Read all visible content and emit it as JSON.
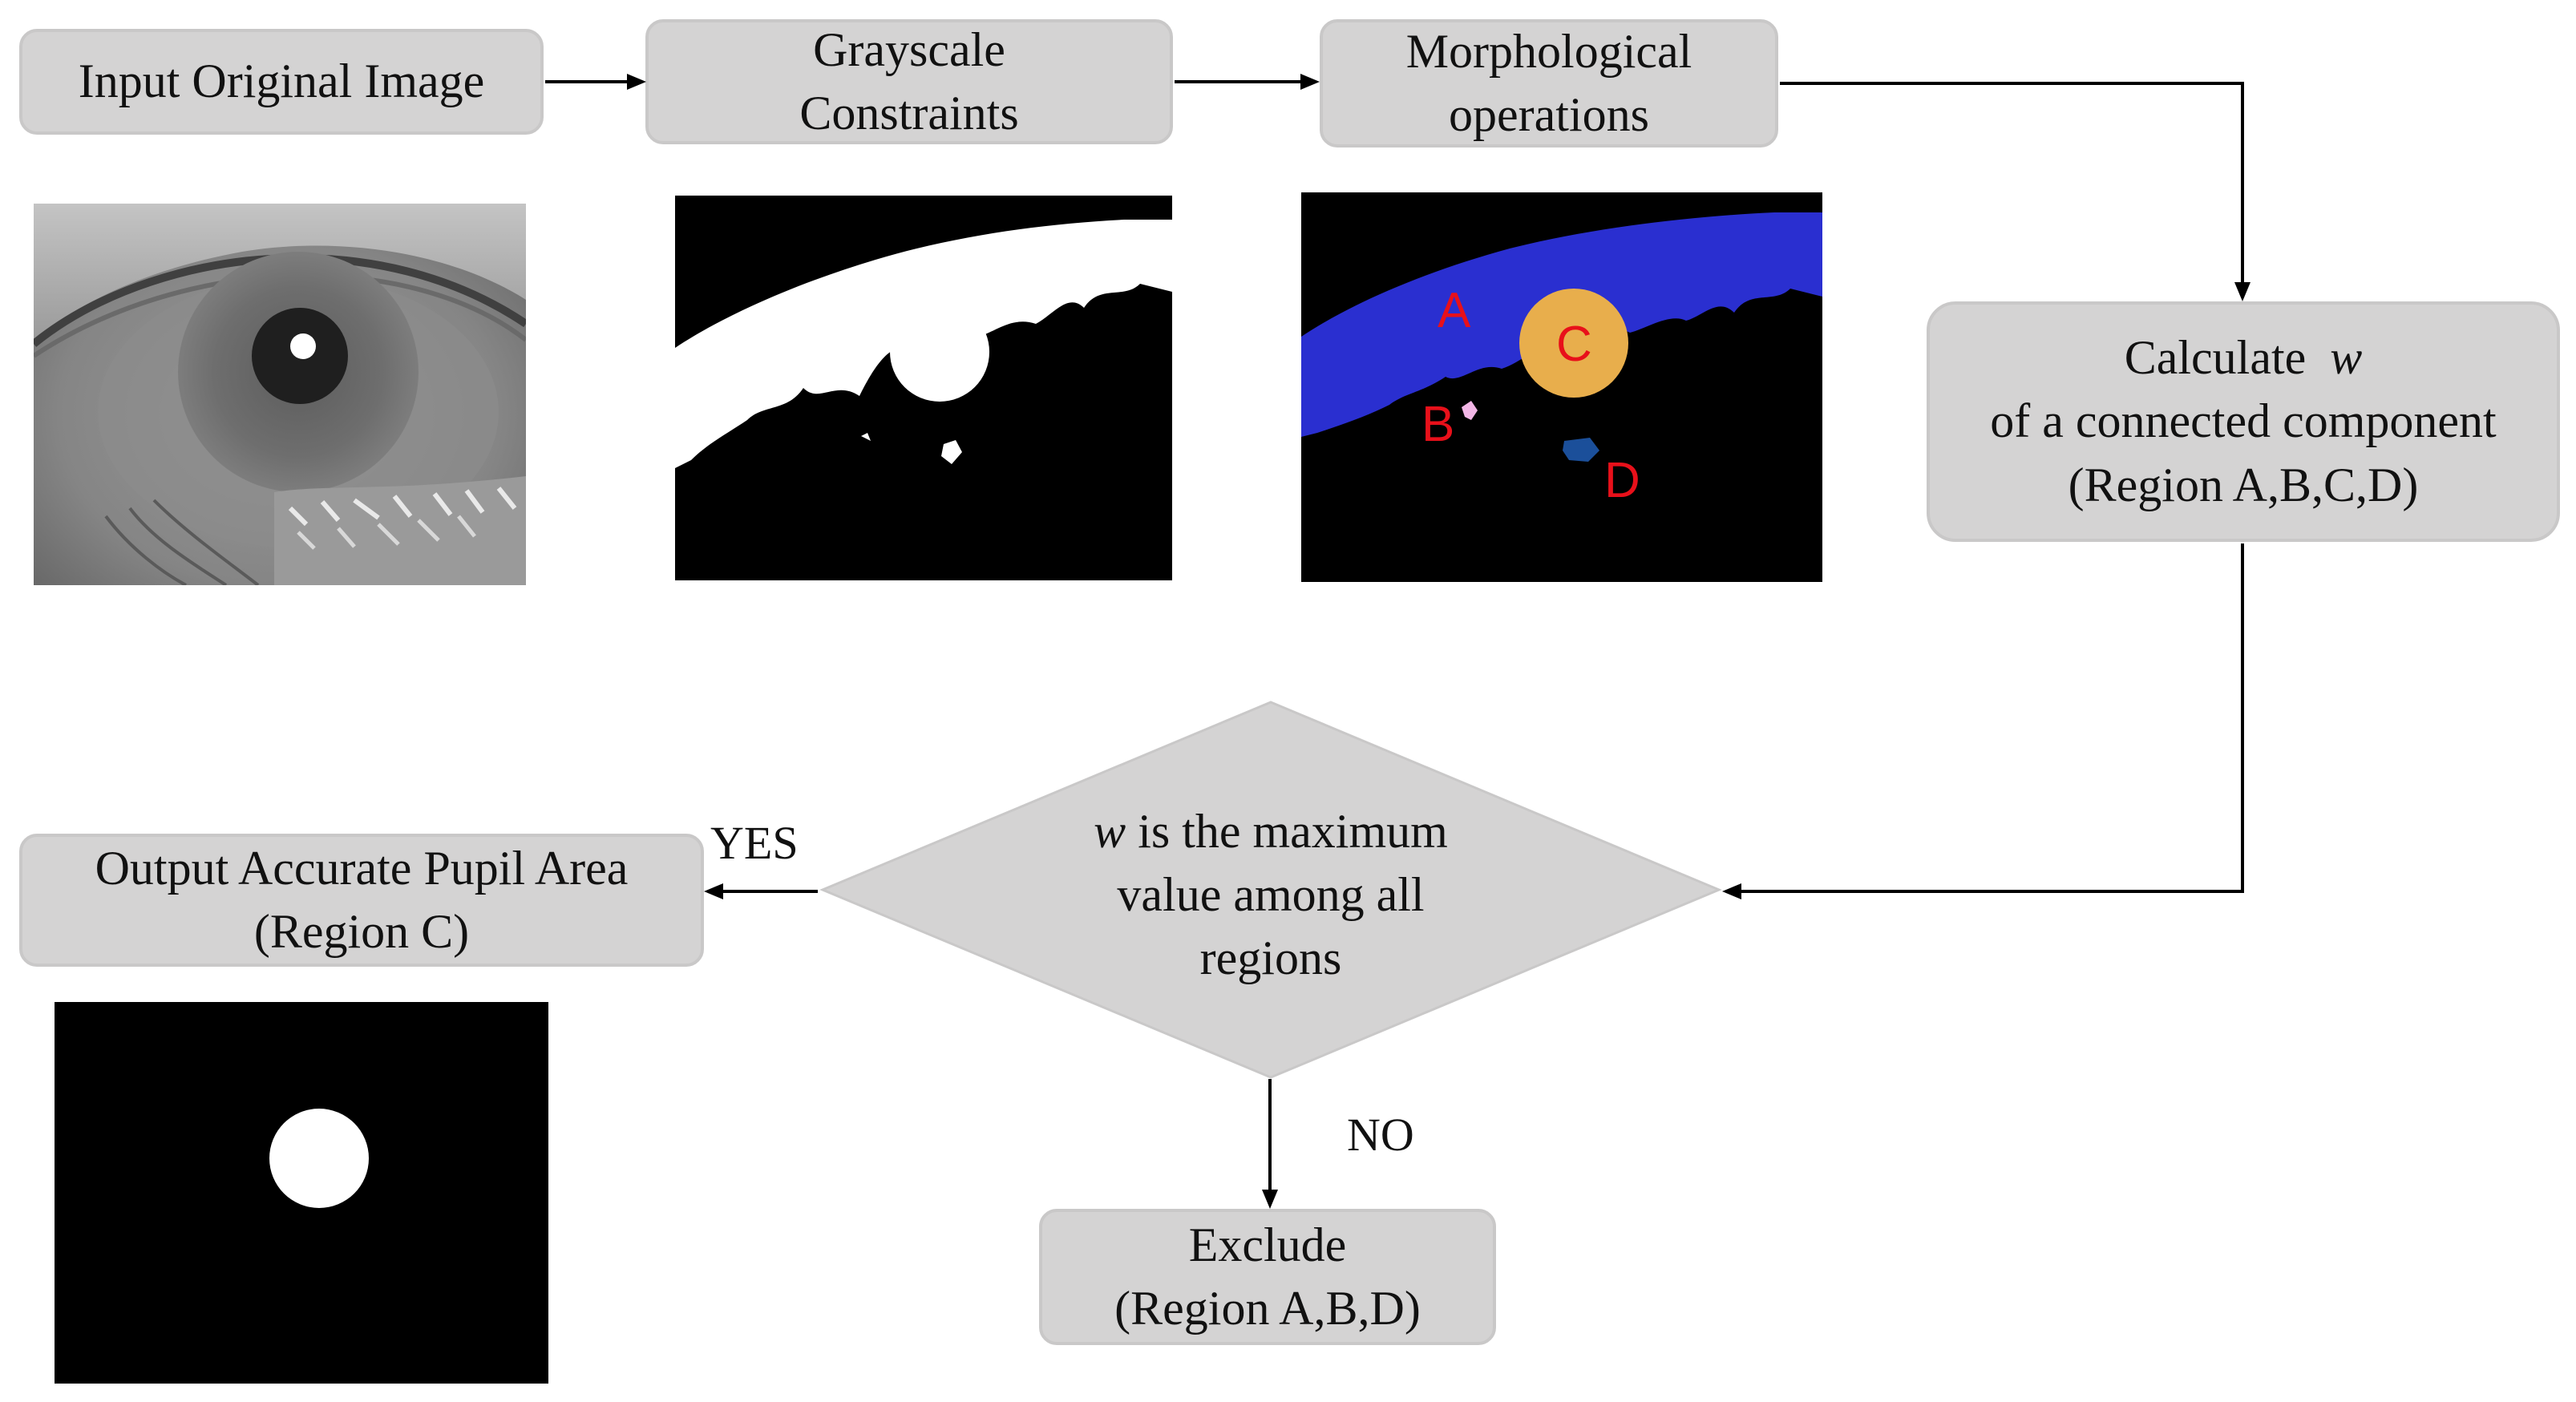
{
  "steps": {
    "input": {
      "line1": "Input Original Image"
    },
    "grayscale": {
      "line1": "Grayscale",
      "line2": "Constraints"
    },
    "morph": {
      "line1": "Morphological",
      "line2": "operations"
    },
    "calculate": {
      "line1_prefix": "Calculate",
      "line1_var": "w",
      "line2": "of a connected component",
      "line3": "(Region A,B,C,D)"
    },
    "decision": {
      "line1_var": "w",
      "line1_rest": " is the maximum",
      "line2": "value among all",
      "line3": "regions"
    },
    "output": {
      "line1": "Output Accurate Pupil Area",
      "line2": "(Region C)"
    },
    "exclude": {
      "line1": "Exclude",
      "line2": "(Region A,B,D)"
    }
  },
  "branches": {
    "yes": "YES",
    "no": "NO"
  },
  "regions": {
    "a": "A",
    "b": "B",
    "c": "C",
    "d": "D"
  },
  "colors": {
    "box_fill": "#d4d3d3",
    "region_a": "#2a2fd0",
    "region_b": "#f2b6e6",
    "region_c": "#e8ae4c",
    "region_d": "#1b4f9a",
    "region_label": "#e8101a",
    "background": "#000000",
    "mask": "#ffffff"
  },
  "icons": {
    "arrow": "arrow-right-icon",
    "eye_photo": "eye-photo",
    "binary_mask": "binary-mask",
    "labeled_regions": "labeled-regions",
    "pupil_mask": "pupil-mask"
  }
}
